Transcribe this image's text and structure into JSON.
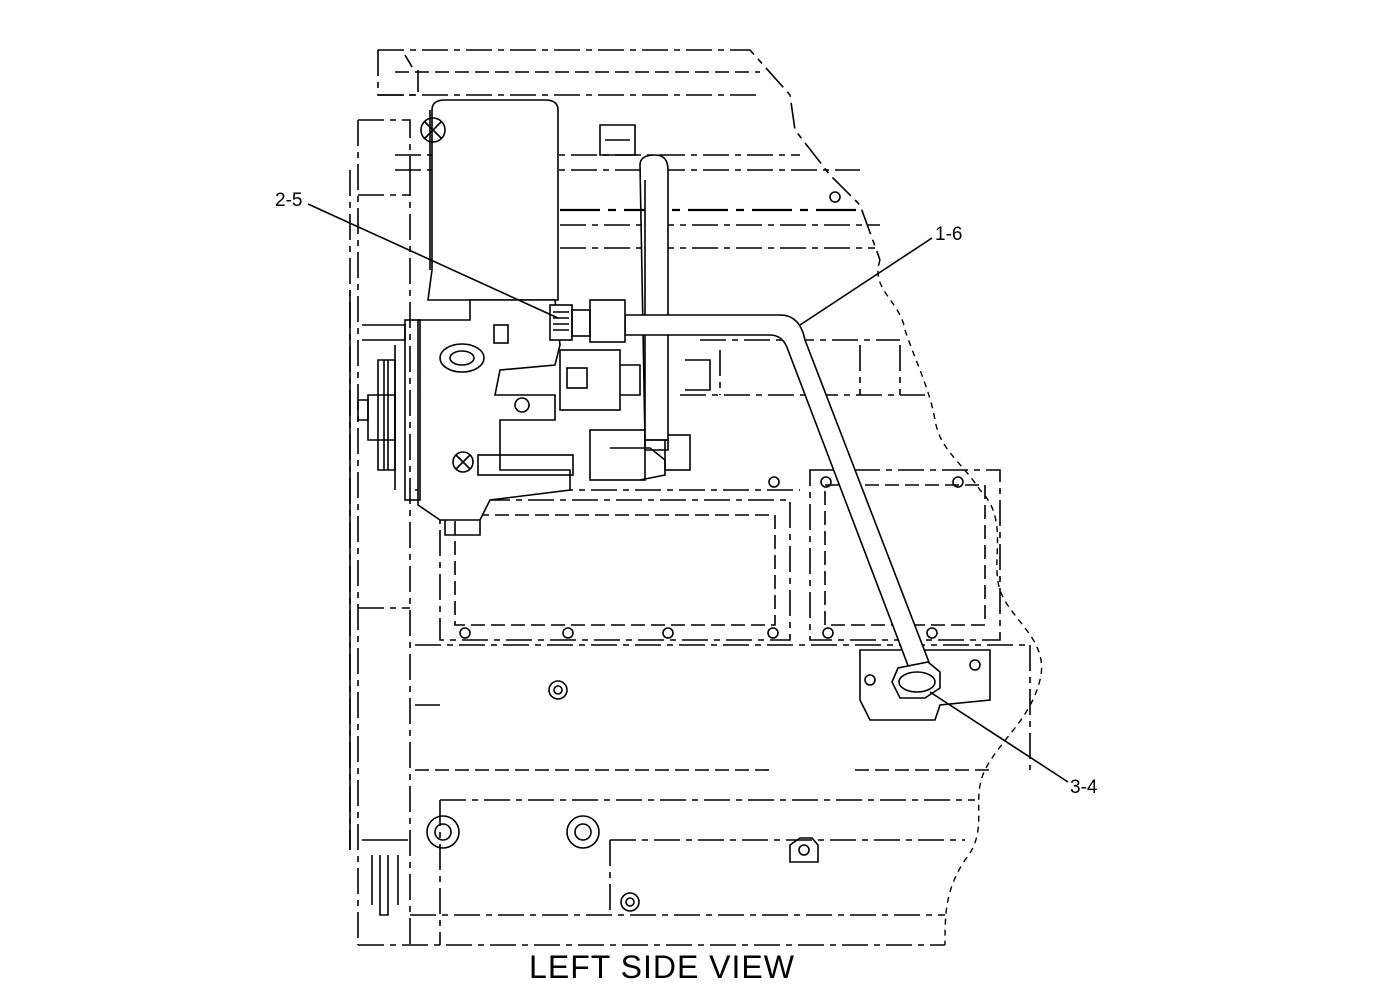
{
  "diagram": {
    "caption": "LEFT SIDE VIEW",
    "callouts": [
      {
        "id": "callout-2-5",
        "label": "2-5"
      },
      {
        "id": "callout-1-6",
        "label": "1-6"
      },
      {
        "id": "callout-3-4",
        "label": "3-4"
      }
    ]
  }
}
